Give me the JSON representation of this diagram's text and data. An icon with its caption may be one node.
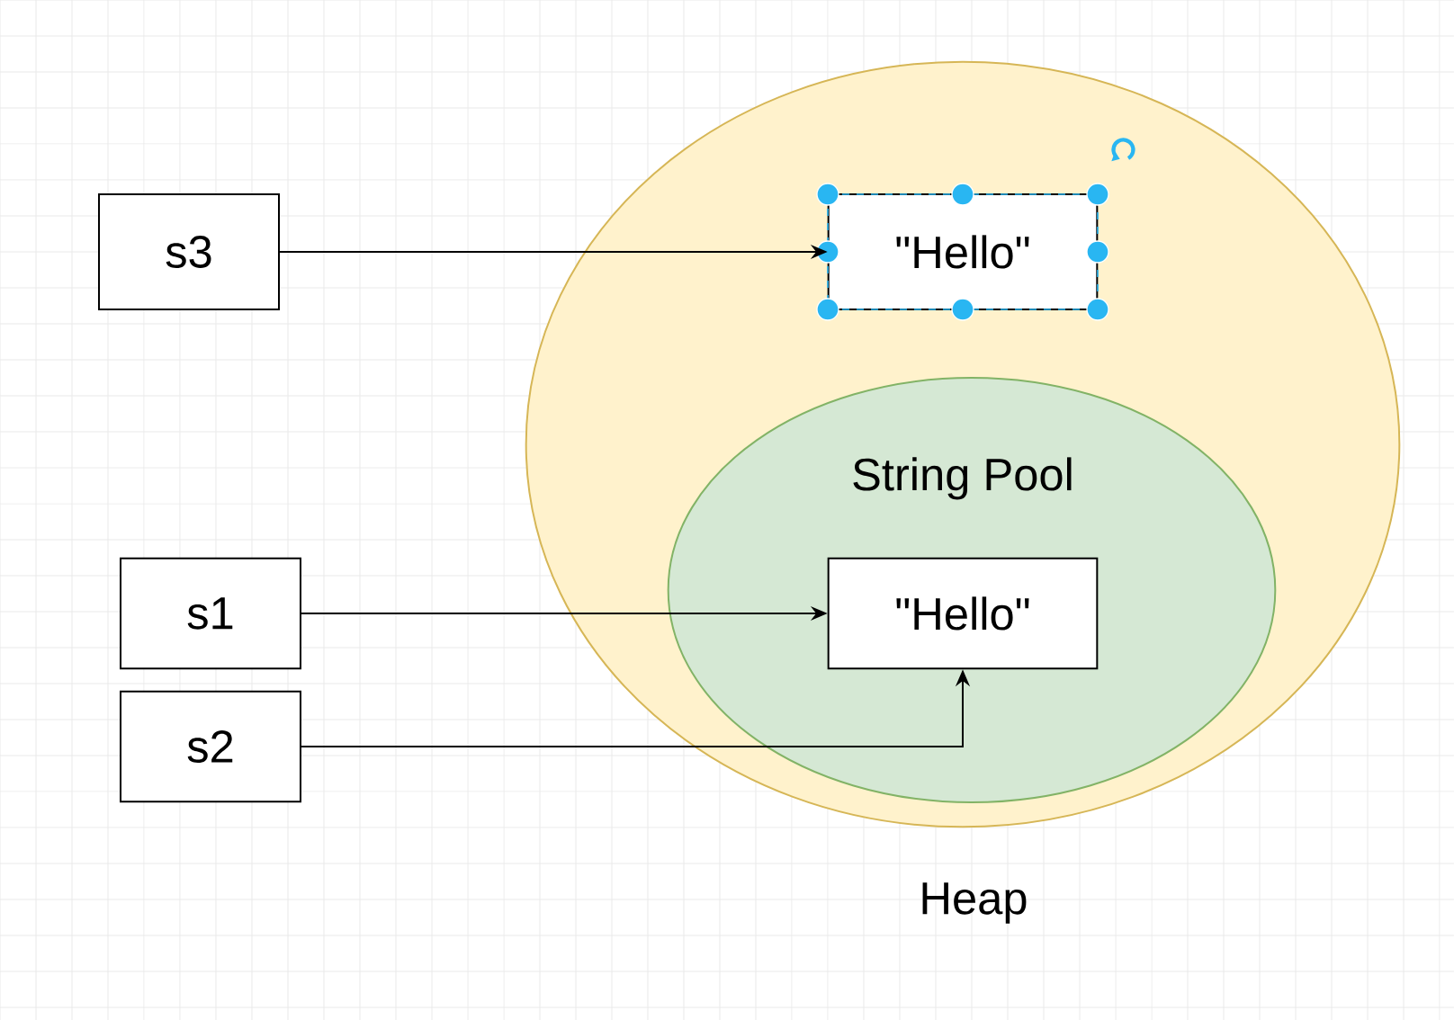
{
  "diagram": {
    "nodes": [
      {
        "text": [
          "Heap"
        ]
      },
      {
        "text": [
          "String Pool"
        ],
        "in": 0
      },
      {
        "text": [
          "\"Hello\""
        ],
        "in": 0
      },
      {
        "text": [
          "\"Hello\""
        ],
        "in": 1
      },
      {
        "text": [
          "s3"
        ]
      },
      {
        "text": [
          "s1"
        ]
      },
      {
        "text": [
          "s2"
        ]
      }
    ],
    "edges": [
      {
        "from": 4,
        "to": 2,
        "arrow": "to"
      },
      {
        "from": 5,
        "to": 3,
        "arrow": "to"
      },
      {
        "from": 6,
        "to": 3,
        "arrow": "to"
      }
    ]
  }
}
